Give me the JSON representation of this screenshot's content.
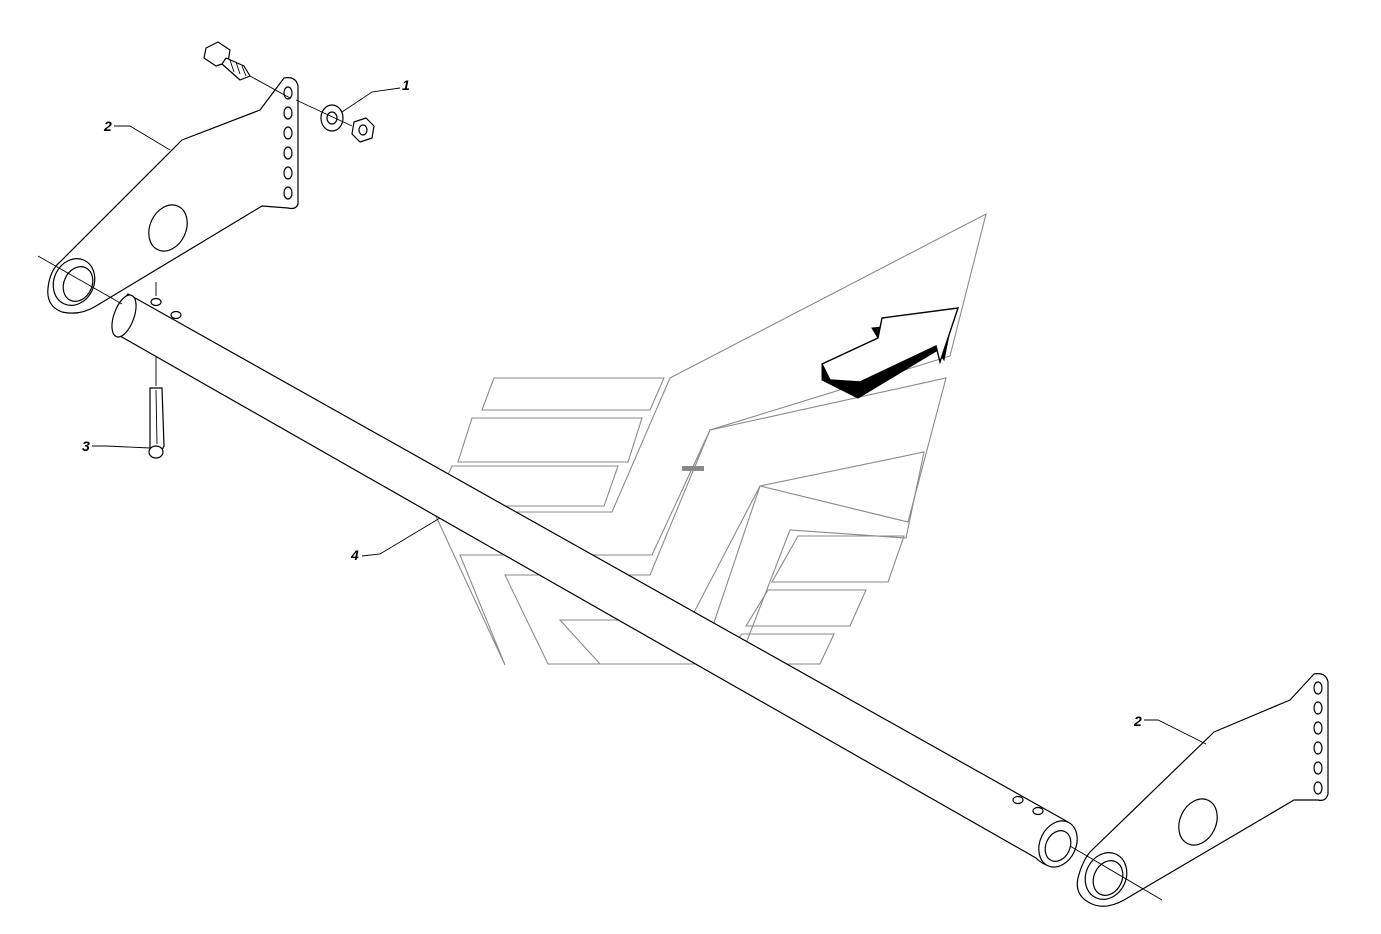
{
  "callouts": {
    "nut": "1",
    "bracket_top": "2",
    "cotter_pin": "3",
    "shaft": "4",
    "bracket_bottom": "2"
  },
  "colors": {
    "line": "#000000",
    "watermark": "#8a8a8a",
    "background": "#ffffff"
  },
  "icons": {
    "direction": "direction-arrow-icon"
  }
}
